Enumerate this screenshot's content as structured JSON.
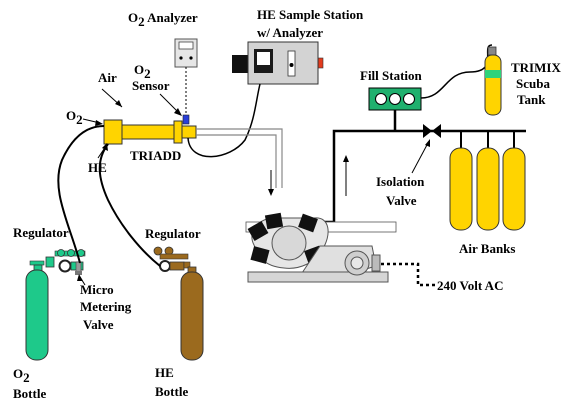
{
  "labels": {
    "o2_analyzer": "O",
    "o2_analyzer_sub": "2",
    "o2_analyzer_rest": " Analyzer",
    "he_station_line1": "HE Sample Station",
    "he_station_line2": "w/ Analyzer",
    "fill_station": "Fill Station",
    "trimix_line1": "TRIMIX",
    "trimix_line2": "Scuba",
    "trimix_line3": "Tank",
    "air": "Air",
    "o2_sensor_o": "O",
    "o2_sensor_sub": "2",
    "o2_sensor_line2": "Sensor",
    "o2_inlet_o": "O",
    "o2_inlet_sub": "2",
    "he_inlet": "HE",
    "triadd": "TRIADD",
    "isolation_line1": "Isolation",
    "isolation_line2": "Valve",
    "air_banks": "Air Banks",
    "regulator_left": "Regulator",
    "regulator_right": "Regulator",
    "micro_line1": "Micro",
    "micro_line2": "Metering",
    "micro_line3": "Valve",
    "power": "240 Volt AC",
    "o2_bottle_o": "O",
    "o2_bottle_sub": "2",
    "o2_bottle_line2": "Bottle",
    "he_bottle_line1": "HE",
    "he_bottle_line2": "Bottle"
  },
  "colors": {
    "o2_green": "#1ec98a",
    "he_brown": "#9b6a1e",
    "yellow": "#ffd400",
    "analyzer_gray": "#d8d8d8",
    "sensor_blue": "#2a3fd8",
    "fill_station_green": "#1fb06e",
    "trimix_green": "#2ed37a",
    "valve_red": "#e23b1e"
  }
}
